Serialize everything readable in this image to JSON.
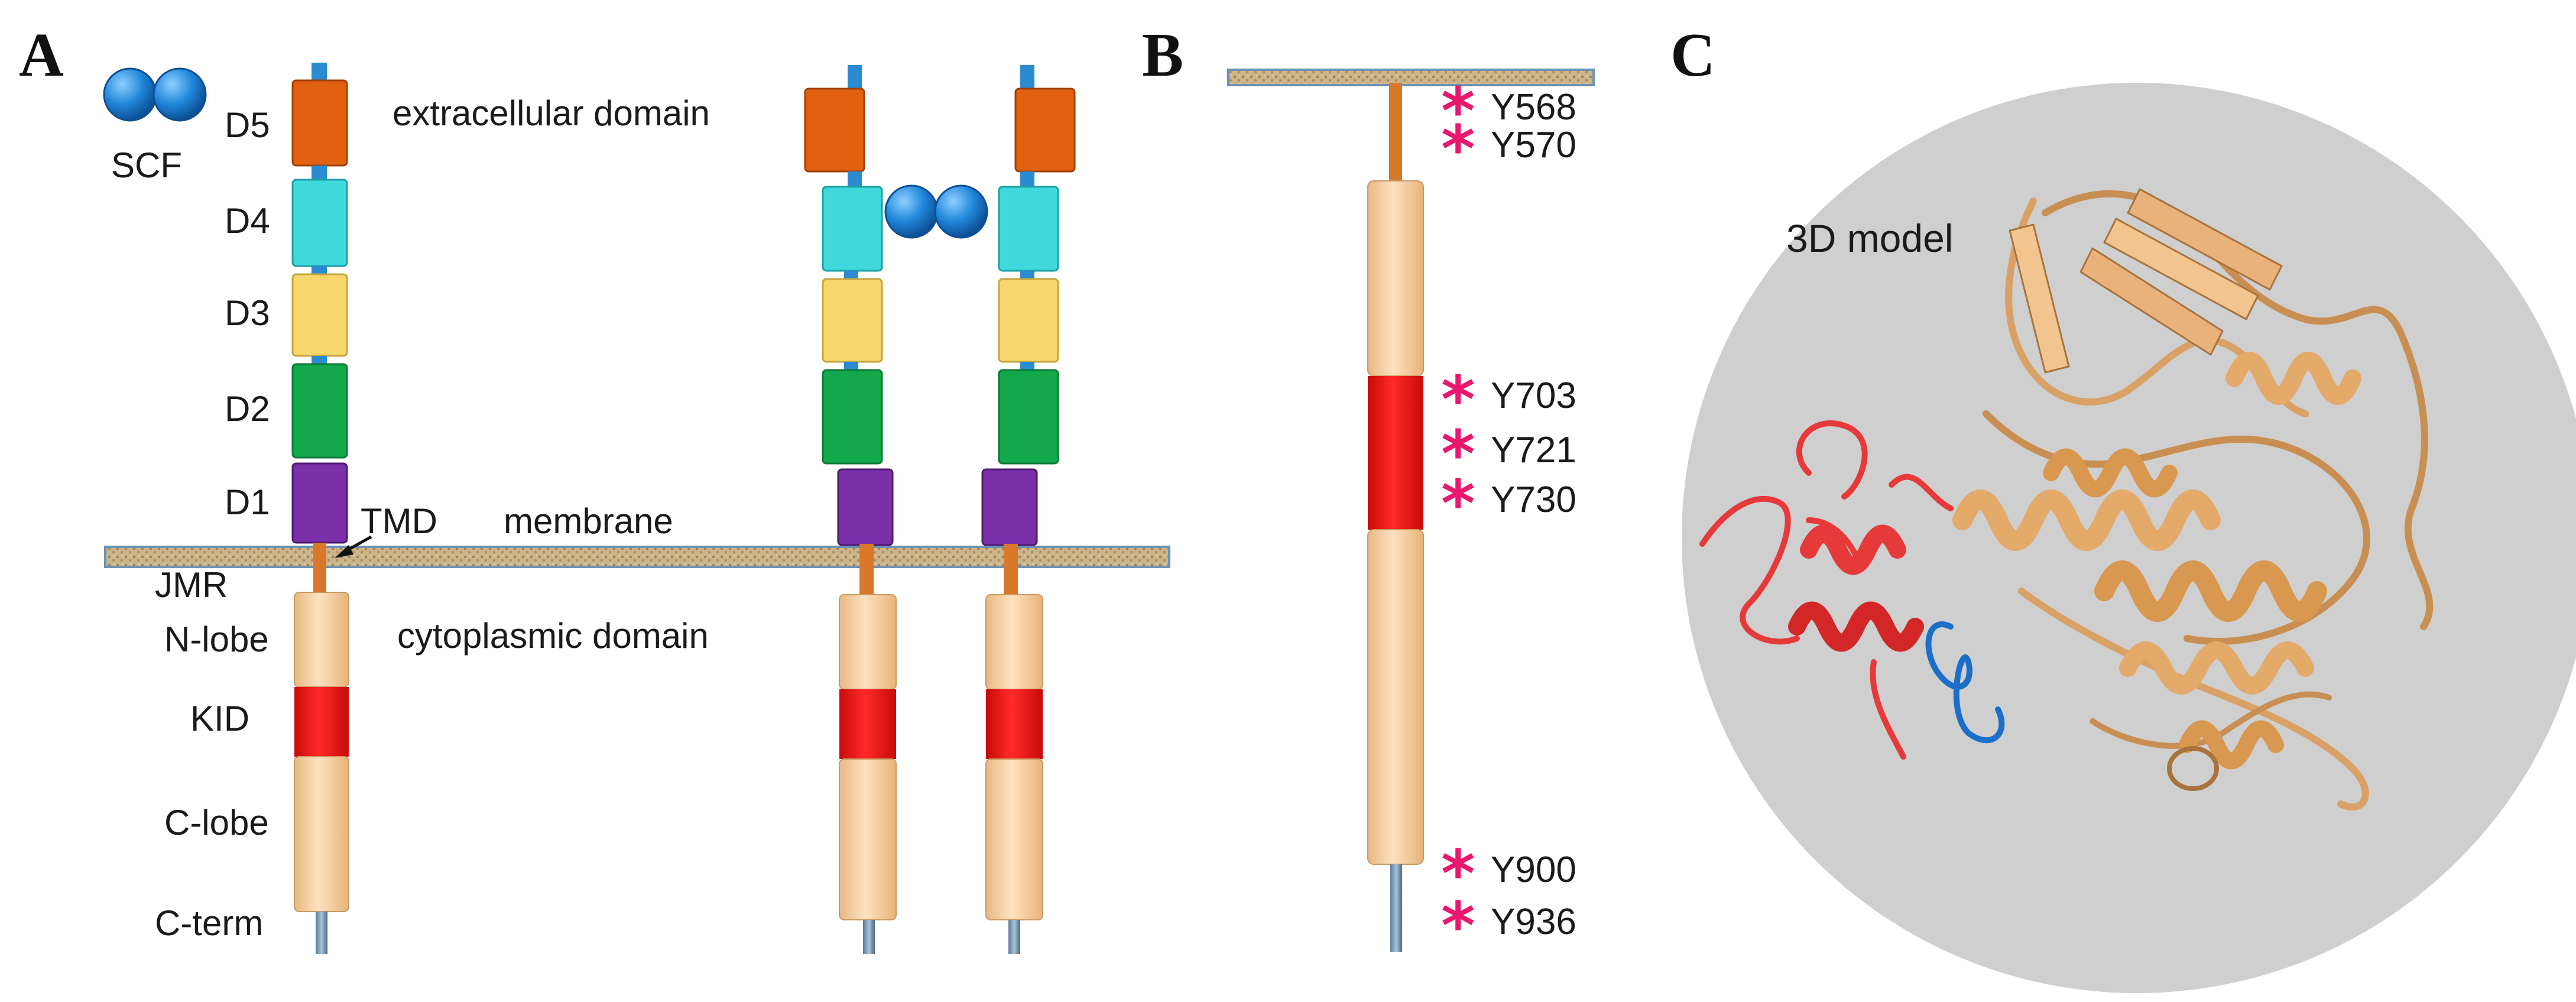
{
  "colors": {
    "d5": "#e2600f",
    "d4": "#3fd9dc",
    "d3": "#f7d66b",
    "d2": "#13a84c",
    "d1": "#7b2fa8",
    "kinase": "#fbcf9f",
    "kid": "#e81010",
    "linker": "#d8782a",
    "scf": "#2188db",
    "membrane": "#cbb48a",
    "asterisk": "#e8186e",
    "model_background": "#cfcfcf",
    "ribbon_kinase": "#e3aa6a",
    "ribbon_kid": "#e63a3a",
    "ribbon_jmr": "#1b6fc9"
  },
  "panel_a": {
    "letter": "A",
    "ligand": "SCF",
    "domains": [
      "D5",
      "D4",
      "D3",
      "D2",
      "D1"
    ],
    "tmd": "TMD",
    "jmr": "JMR",
    "n_lobe": "N-lobe",
    "kid": "KID",
    "c_lobe": "C-lobe",
    "c_term": "C-term",
    "extracellular": "extracellular domain",
    "membrane": "membrane",
    "cytoplasmic": "cytoplasmic domain"
  },
  "panel_b": {
    "letter": "B",
    "sites": [
      "Y568",
      "Y570",
      "Y703",
      "Y721",
      "Y730",
      "Y900",
      "Y936"
    ]
  },
  "panel_c": {
    "letter": "C",
    "title": "3D model"
  }
}
